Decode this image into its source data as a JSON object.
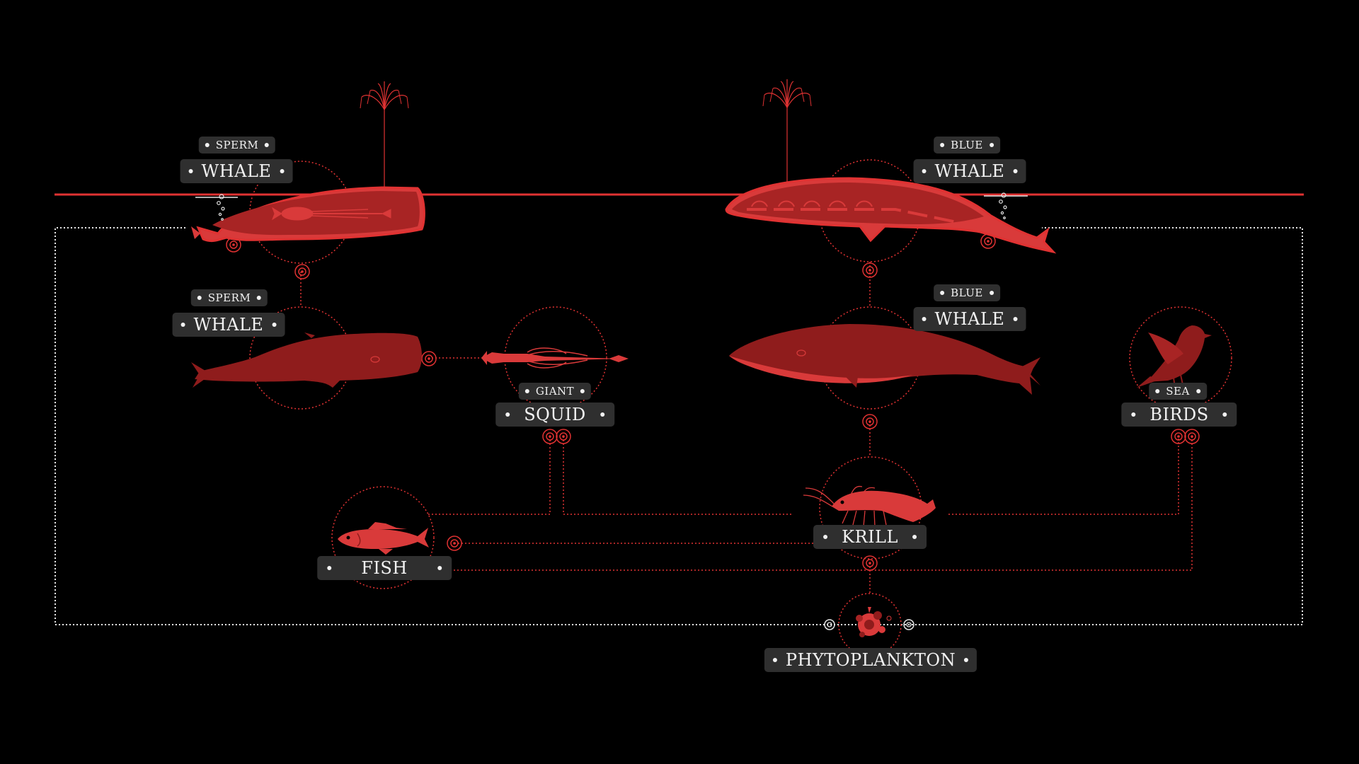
{
  "colors": {
    "background": "#000000",
    "accent": "#e03232",
    "animal_dark": "#8f1c1c",
    "animal_light": "#d93a3a",
    "label_bg": "#2f2f2f",
    "label_text": "#f2f2f2",
    "border_dotted": "#e6e6e6"
  },
  "labels": {
    "sperm_whale_surface": {
      "kicker": "SPERM",
      "name": "WHALE"
    },
    "sperm_whale_deep": {
      "kicker": "SPERM",
      "name": "WHALE"
    },
    "blue_whale_surface": {
      "kicker": "BLUE",
      "name": "WHALE"
    },
    "blue_whale_deep": {
      "kicker": "BLUE",
      "name": "WHALE"
    },
    "giant_squid": {
      "kicker": "GIANT",
      "name": "SQUID"
    },
    "sea_birds": {
      "kicker": "SEA",
      "name": "BIRDS"
    },
    "krill": {
      "name": "KRILL"
    },
    "fish": {
      "name": "FISH"
    },
    "phytoplankton": {
      "name": "PHYTOPLANKTON"
    }
  },
  "icons": {
    "sperm_whale": "sperm-whale-icon",
    "blue_whale": "blue-whale-icon",
    "giant_squid": "squid-icon",
    "krill": "krill-icon",
    "fish": "fish-icon",
    "sea_bird": "seagull-icon",
    "phytoplankton": "phytoplankton-icon",
    "spout": "whale-spout-icon"
  }
}
